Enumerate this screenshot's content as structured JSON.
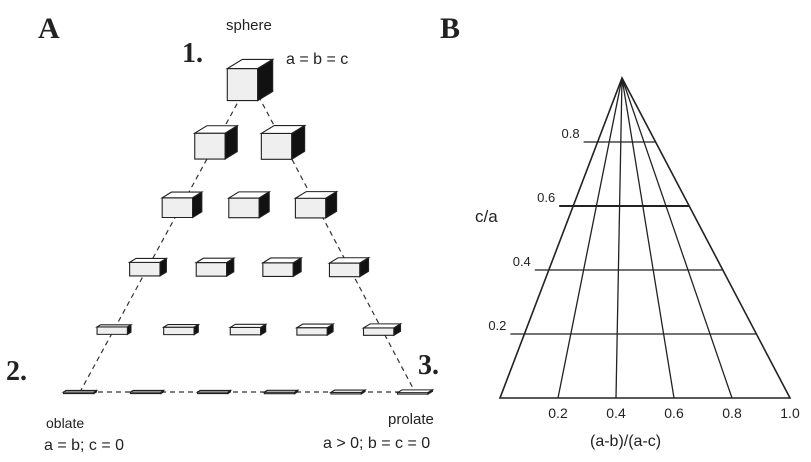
{
  "panel_a": {
    "label": "A",
    "corners": {
      "top": {
        "number": "1.",
        "name": "sphere",
        "formula": "a = b = c"
      },
      "left": {
        "number": "2.",
        "name": "oblate",
        "formula": "a = b; c = 0"
      },
      "right": {
        "number": "3.",
        "name": "prolate",
        "formula": "a > 0; b = c = 0"
      }
    }
  },
  "panel_b": {
    "label": "B",
    "y_axis_label": "c/a",
    "x_axis_label": "(a-b)/(a-c)",
    "c_over_a_ticks": [
      "0.2",
      "0.4",
      "0.6",
      "0.8"
    ],
    "ratio_ticks": [
      "0.2",
      "0.4",
      "0.6",
      "0.8",
      "1.0"
    ]
  },
  "colors": {
    "ink": "#222222",
    "cube_top": "#ffffff",
    "cube_front": "#efefef",
    "cube_side": "#111111"
  }
}
